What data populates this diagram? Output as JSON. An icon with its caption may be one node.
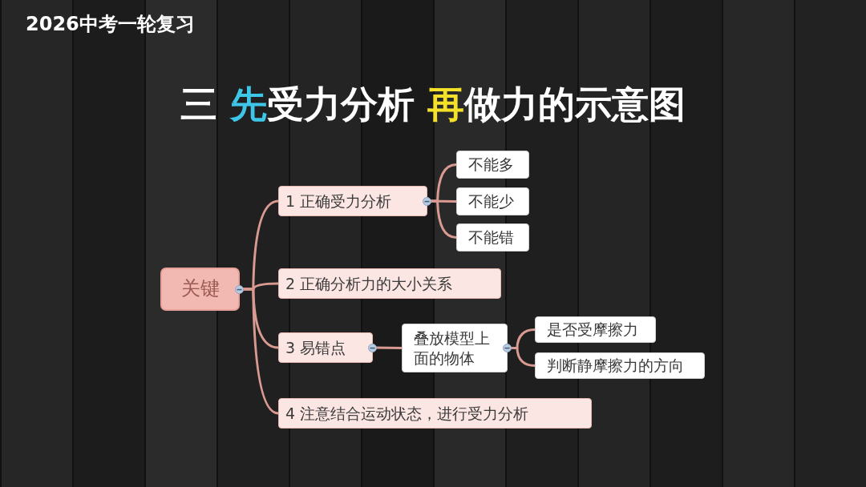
{
  "diagram": {
    "title": "三 先受力分析 再做力的示意图",
    "nodes": [
      {
        "text": [
          "关键"
        ]
      },
      {
        "text": [
          "1 正确受力分析"
        ]
      },
      {
        "text": [
          "不能多"
        ]
      },
      {
        "text": [
          "不能少"
        ]
      },
      {
        "text": [
          "不能错"
        ]
      },
      {
        "text": [
          "2 正确分析力的大小关系"
        ]
      },
      {
        "text": [
          "3 易错点"
        ]
      },
      {
        "text": [
          "叠放模型上面的物体"
        ]
      },
      {
        "text": [
          "是否受摩擦力"
        ]
      },
      {
        "text": [
          "判断静摩擦力的方向"
        ]
      },
      {
        "text": [
          "4 注意结合运动状态，进行受力分析"
        ]
      }
    ],
    "edges": [
      {
        "from": 0,
        "to": 1,
        "arrow": "none"
      },
      {
        "from": 0,
        "to": 5,
        "arrow": "none"
      },
      {
        "from": 0,
        "to": 6,
        "arrow": "none"
      },
      {
        "from": 0,
        "to": 10,
        "arrow": "none"
      },
      {
        "from": 1,
        "to": 2,
        "arrow": "none"
      },
      {
        "from": 1,
        "to": 3,
        "arrow": "none"
      },
      {
        "from": 1,
        "to": 4,
        "arrow": "none"
      },
      {
        "from": 6,
        "to": 7,
        "arrow": "none"
      },
      {
        "from": 7,
        "to": 8,
        "arrow": "none"
      },
      {
        "from": 7,
        "to": 9,
        "arrow": "none"
      }
    ],
    "labels": [
      "2026中考一轮复习"
    ]
  }
}
